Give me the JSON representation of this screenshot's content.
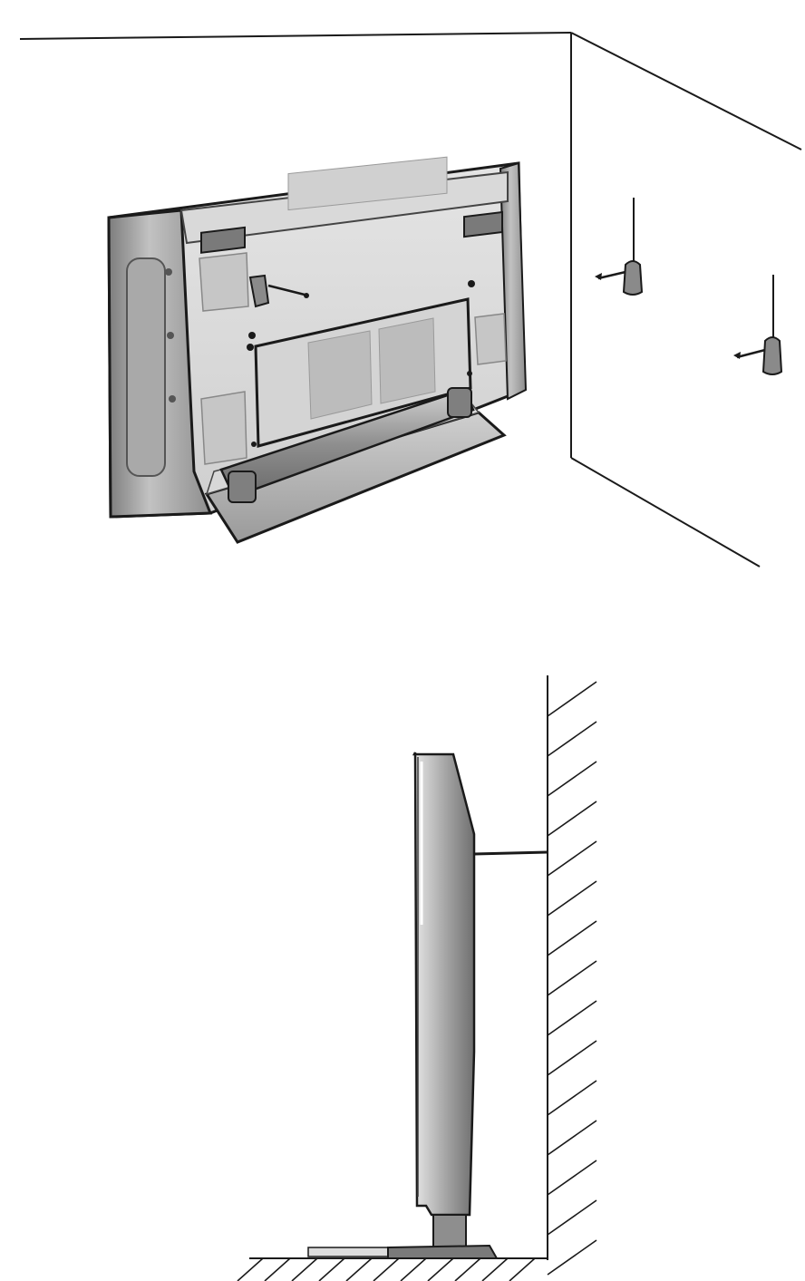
{
  "figures": [
    {
      "id": "rear-view",
      "subject": "tv-rear-with-wall-brackets"
    },
    {
      "id": "side-view",
      "subject": "tv-side-secured-to-wall"
    }
  ],
  "colors": {
    "line": "#1a1a1a",
    "body_light": "#dcdcdc",
    "body_mid": "#b4b4b4",
    "body_dark": "#8a8a8a",
    "panel": "#c9c9c9",
    "background": "#ffffff"
  }
}
